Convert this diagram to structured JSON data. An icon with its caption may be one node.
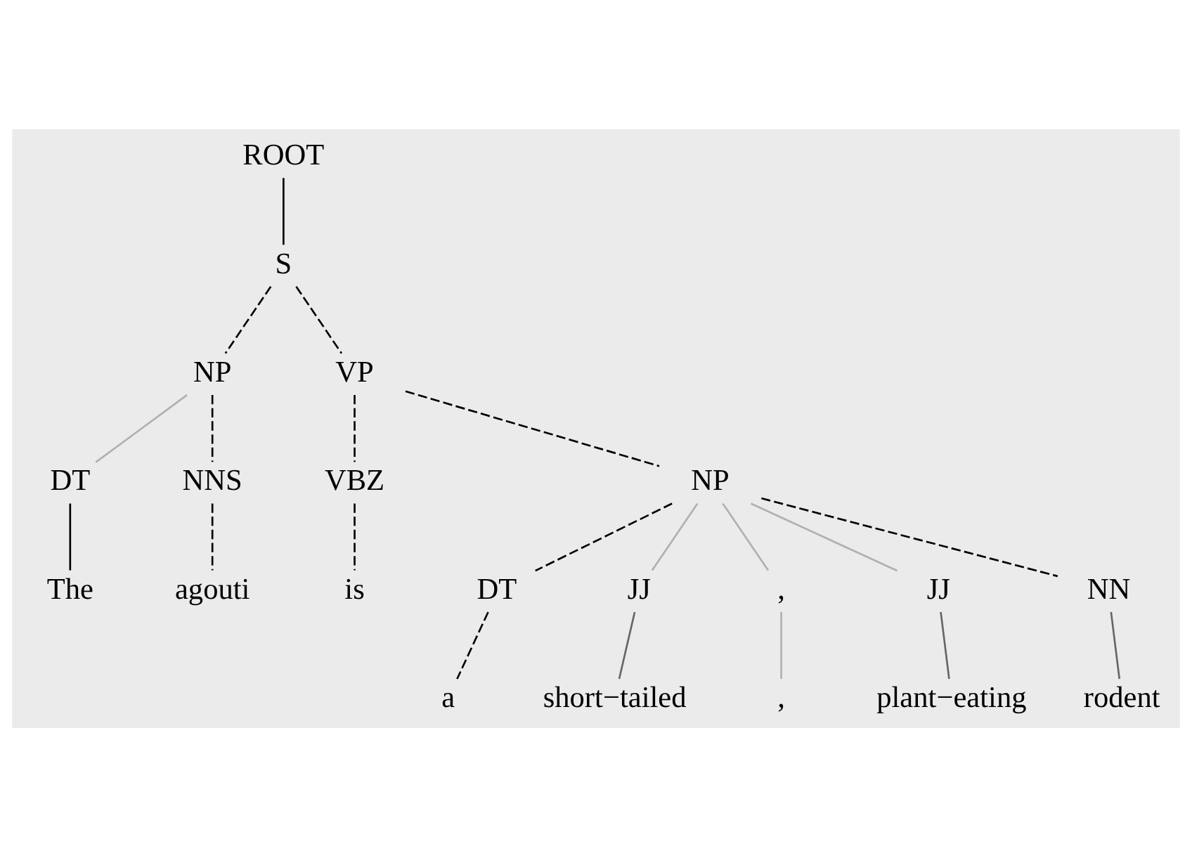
{
  "diagram": {
    "nodes": [
      {
        "text": [
          "ROOT"
        ]
      },
      {
        "text": [
          "S"
        ]
      },
      {
        "text": [
          "NP"
        ]
      },
      {
        "text": [
          "VP"
        ]
      },
      {
        "text": [
          "DT"
        ]
      },
      {
        "text": [
          "NNS"
        ]
      },
      {
        "text": [
          "VBZ"
        ]
      },
      {
        "text": [
          "NP"
        ]
      },
      {
        "text": [
          "The"
        ]
      },
      {
        "text": [
          "agouti"
        ]
      },
      {
        "text": [
          "is"
        ]
      },
      {
        "text": [
          "DT"
        ]
      },
      {
        "text": [
          "JJ"
        ]
      },
      {
        "text": [
          ","
        ]
      },
      {
        "text": [
          "JJ"
        ]
      },
      {
        "text": [
          "NN"
        ]
      },
      {
        "text": [
          "a"
        ]
      },
      {
        "text": [
          "short−tailed"
        ]
      },
      {
        "text": [
          ","
        ]
      },
      {
        "text": [
          "plant−eating"
        ]
      },
      {
        "text": [
          "rodent"
        ]
      }
    ],
    "edges": [
      {
        "from": 0,
        "to": 1,
        "arrow": "none"
      },
      {
        "from": 1,
        "to": 2,
        "arrow": "none",
        "style": "dashed"
      },
      {
        "from": 1,
        "to": 3,
        "arrow": "none",
        "style": "dashed"
      },
      {
        "from": 2,
        "to": 4,
        "arrow": "none",
        "color": "#b0b0b0"
      },
      {
        "from": 2,
        "to": 5,
        "arrow": "none",
        "style": "dashed"
      },
      {
        "from": 4,
        "to": 8,
        "arrow": "none"
      },
      {
        "from": 5,
        "to": 9,
        "arrow": "none",
        "style": "dashed"
      },
      {
        "from": 3,
        "to": 6,
        "arrow": "none",
        "style": "dashed"
      },
      {
        "from": 3,
        "to": 7,
        "arrow": "none",
        "style": "dashed"
      },
      {
        "from": 6,
        "to": 10,
        "arrow": "none",
        "style": "dashed"
      },
      {
        "from": 7,
        "to": 11,
        "arrow": "none",
        "style": "dashed"
      },
      {
        "from": 7,
        "to": 12,
        "arrow": "none",
        "color": "#b0b0b0"
      },
      {
        "from": 7,
        "to": 13,
        "arrow": "none",
        "color": "#b0b0b0"
      },
      {
        "from": 7,
        "to": 14,
        "arrow": "none",
        "color": "#b0b0b0"
      },
      {
        "from": 7,
        "to": 15,
        "arrow": "none",
        "style": "dashed"
      },
      {
        "from": 11,
        "to": 16,
        "arrow": "none",
        "style": "dashed"
      },
      {
        "from": 12,
        "to": 17,
        "arrow": "none",
        "color": "#666666"
      },
      {
        "from": 13,
        "to": 18,
        "arrow": "none",
        "color": "#b0b0b0"
      },
      {
        "from": 14,
        "to": 19,
        "arrow": "none",
        "color": "#666666"
      },
      {
        "from": 15,
        "to": 20,
        "arrow": "none",
        "color": "#666666"
      }
    ]
  }
}
